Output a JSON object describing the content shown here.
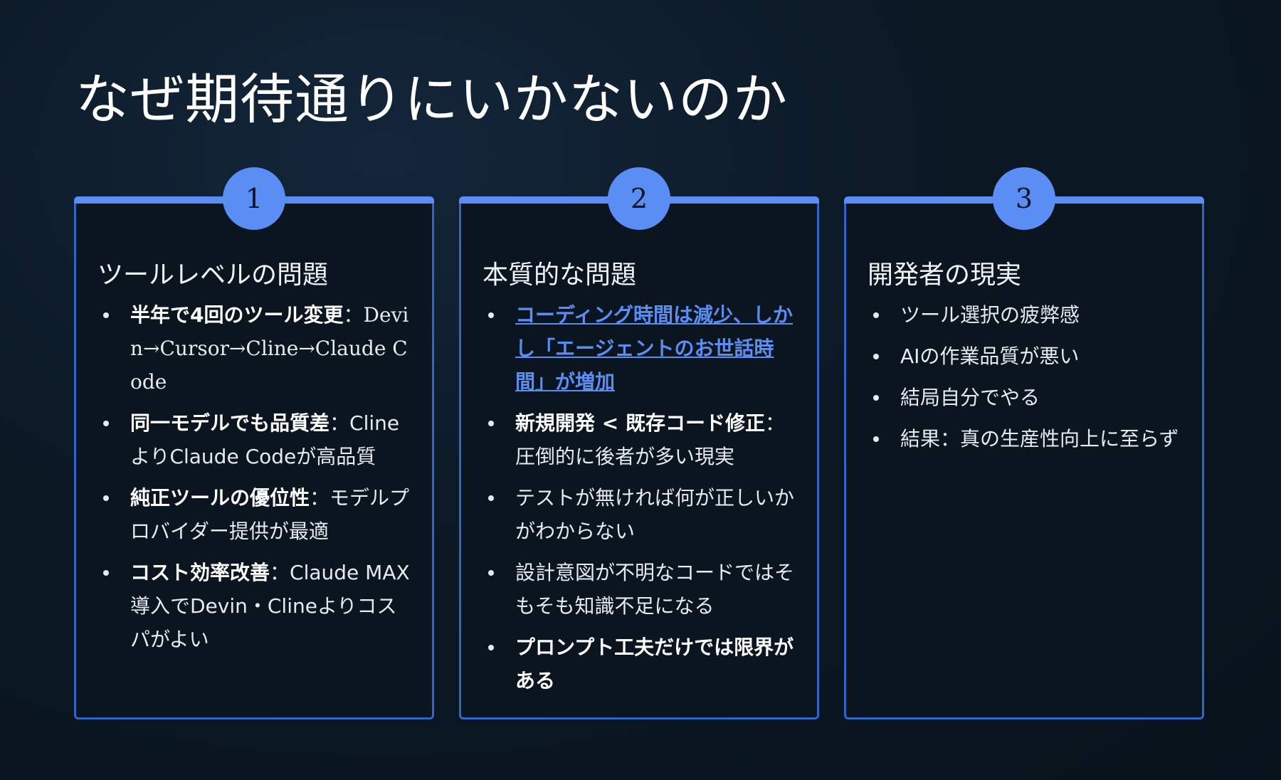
{
  "slide": {
    "title": "なぜ期待通りにいかないのか"
  },
  "cards": [
    {
      "number": "1",
      "title": "ツールレベルの問題",
      "items": [
        {
          "bold": "半年で4回のツール変更",
          "sep": "：",
          "text": "Devin→Cursor→Cline→Claude Code"
        },
        {
          "bold": "同一モデルでも品質差",
          "sep": "：",
          "text": "ClineよりClaude Codeが高品質"
        },
        {
          "bold": "純正ツールの優位性",
          "sep": "：",
          "text": "モデルプロバイダー提供が最適"
        },
        {
          "bold": "コスト効率改善",
          "sep": "：",
          "text": "Claude MAX導入でDevin・Clineよりコスパがよい"
        }
      ]
    },
    {
      "number": "2",
      "title": "本質的な問題",
      "items": [
        {
          "link": "コーディング時間は減少、しかし「エージェントのお世話時間」が増加"
        },
        {
          "bold": "新規開発 < 既存コード修正",
          "sep": "：",
          "text": "圧倒的に後者が多い現実"
        },
        {
          "text": "テストが無ければ何が正しいかがわからない"
        },
        {
          "text": "設計意図が不明なコードではそもそも知識不足になる"
        },
        {
          "bold": "プロンプト工夫だけでは限界がある"
        }
      ]
    },
    {
      "number": "3",
      "title": "開発者の現実",
      "items": [
        {
          "text": "ツール選択の疲弊感"
        },
        {
          "text": "AIの作業品質が悪い"
        },
        {
          "text": "結局自分でやる"
        },
        {
          "text": "結果：真の生産性向上に至らず"
        }
      ]
    }
  ]
}
